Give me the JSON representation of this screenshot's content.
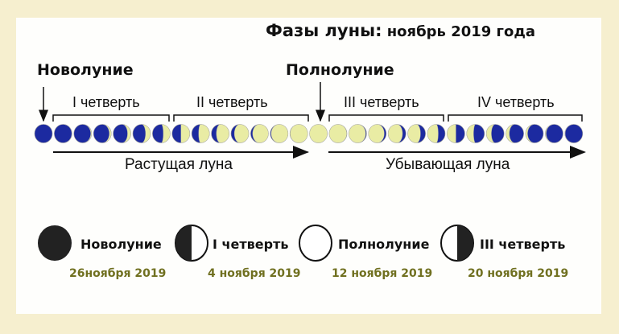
{
  "title": {
    "main": "Фазы луны:",
    "sub": " ноябрь 2019 года"
  },
  "labels": {
    "new_moon": "Новолуние",
    "full_moon": "Полнолуние"
  },
  "quarters": [
    "I четверть",
    "II четверть",
    "III четверть",
    "IV четверть"
  ],
  "arrows": {
    "waxing": "Растущая луна",
    "waning": "Убывающая луна"
  },
  "moon_count": 28,
  "colors": {
    "dark": "#1c2aa0",
    "light": "#e9eca4",
    "date": "#707020"
  },
  "legend": [
    {
      "icon": "new-moon",
      "label": "Новолуние",
      "date": "26ноября 2019"
    },
    {
      "icon": "first-quarter",
      "label": "I четверть",
      "date": "4 ноября 2019"
    },
    {
      "icon": "full-moon",
      "label": "Полнолуние",
      "date": "12 ноября 2019"
    },
    {
      "icon": "third-quarter",
      "label": "III четверть",
      "date": "20 ноября 2019"
    }
  ]
}
